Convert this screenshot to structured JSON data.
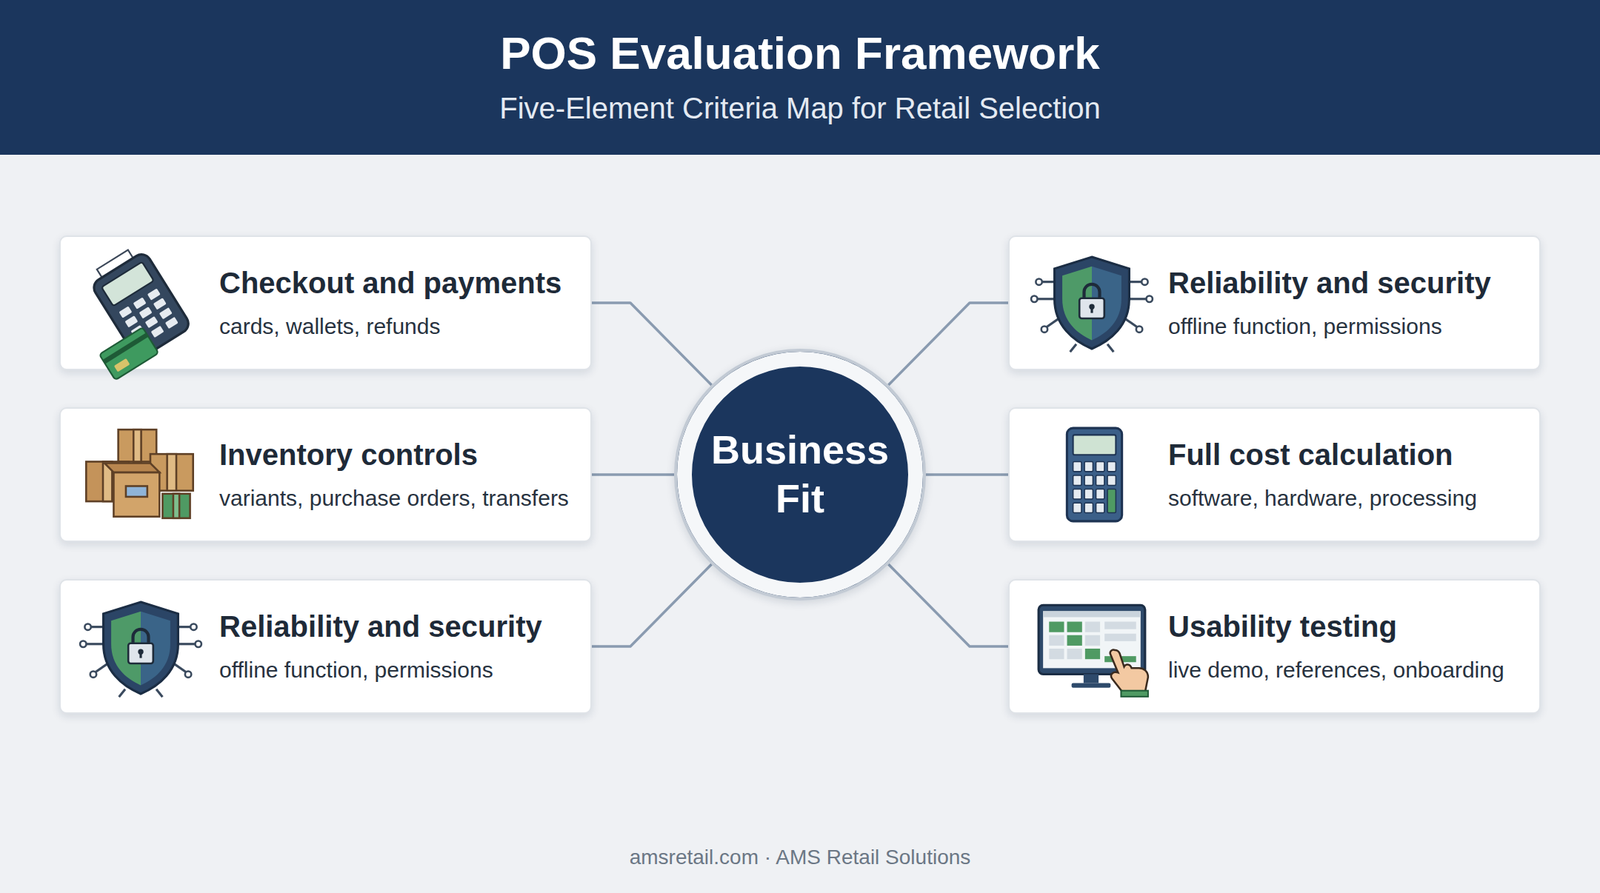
{
  "diagram": {
    "title": "POS Evaluation Framework",
    "nodes": [
      {
        "text": [
          "Checkout and payments",
          "cards, wallets, refunds"
        ]
      },
      {
        "text": [
          "Inventory controls",
          "variants, purchase orders, transfers"
        ]
      },
      {
        "text": [
          "Reliability and security",
          "offline function, permissions"
        ]
      },
      {
        "text": [
          "Business Fit"
        ]
      },
      {
        "text": [
          "Reliability and security",
          "offline function, permissions"
        ]
      },
      {
        "text": [
          "Full cost calculation",
          "software, hardware, processing"
        ]
      },
      {
        "text": [
          "Usability testing",
          "live demo, references, onboarding"
        ]
      }
    ],
    "edges": [
      {
        "from": 3,
        "to": 0,
        "arrow": "none"
      },
      {
        "from": 3,
        "to": 1,
        "arrow": "none"
      },
      {
        "from": 3,
        "to": 2,
        "arrow": "none"
      },
      {
        "from": 3,
        "to": 4,
        "arrow": "none"
      },
      {
        "from": 3,
        "to": 5,
        "arrow": "none"
      },
      {
        "from": 3,
        "to": 6,
        "arrow": "none"
      }
    ],
    "labels": [
      "Five-Element Criteria Map for Retail Selection",
      "amsretail.com · AMS Retail Solutions"
    ]
  }
}
